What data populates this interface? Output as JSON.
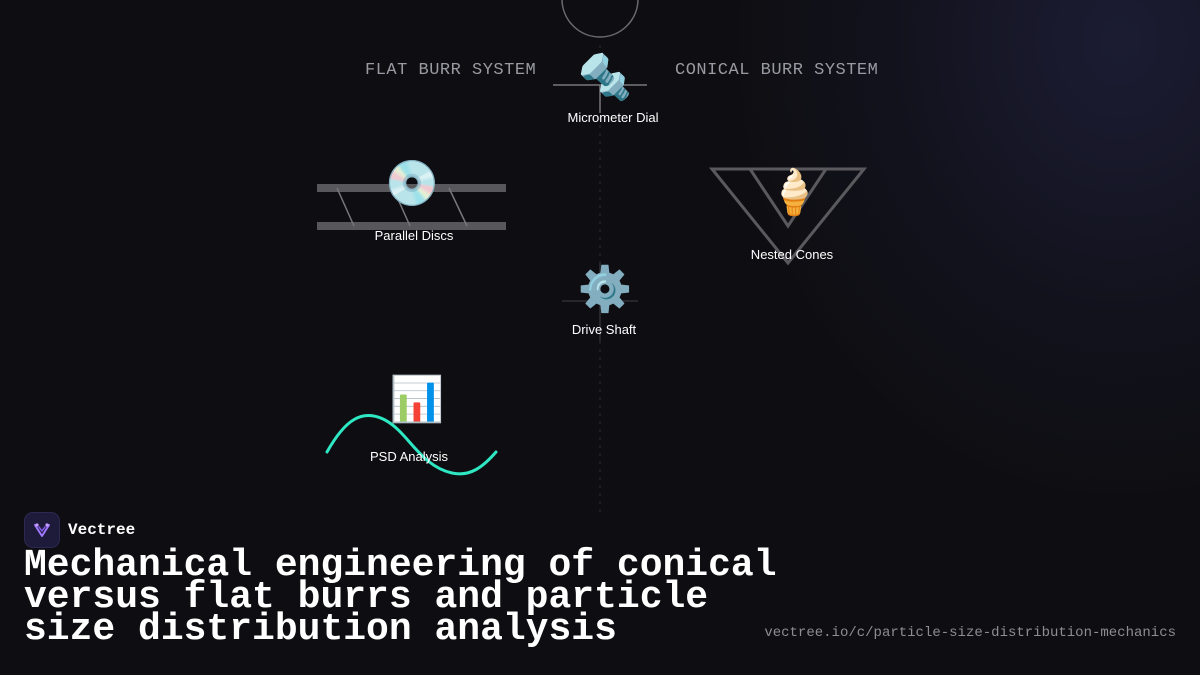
{
  "diagram": {
    "sections": {
      "flat": "FLAT BURR SYSTEM",
      "conical": "CONICAL BURR SYSTEM"
    },
    "nodes": {
      "micrometer": {
        "icon": "nut-and-bolt-icon",
        "glyph": "🔩",
        "label": "Micrometer Dial"
      },
      "parallel_discs": {
        "icon": "disc-icon",
        "glyph": "💿",
        "label": "Parallel Discs"
      },
      "nested_cones": {
        "icon": "ice-cream-cone-icon",
        "glyph": "🍦",
        "label": "Nested Cones"
      },
      "drive_shaft": {
        "icon": "gear-icon",
        "glyph": "⚙️",
        "label": "Drive Shaft"
      },
      "psd_analysis": {
        "icon": "bar-chart-icon",
        "glyph": "📊",
        "label": "PSD Analysis"
      }
    },
    "colors": {
      "accent_curve": "#2ee8c3",
      "frame_stroke": "#5a5a5e",
      "background": "#0e0e12"
    }
  },
  "footer": {
    "brand": "Vectree",
    "title": "Mechanical engineering of conical versus flat burrs and particle size distribution analysis",
    "url": "vectree.io/c/particle-size-distribution-mechanics"
  }
}
